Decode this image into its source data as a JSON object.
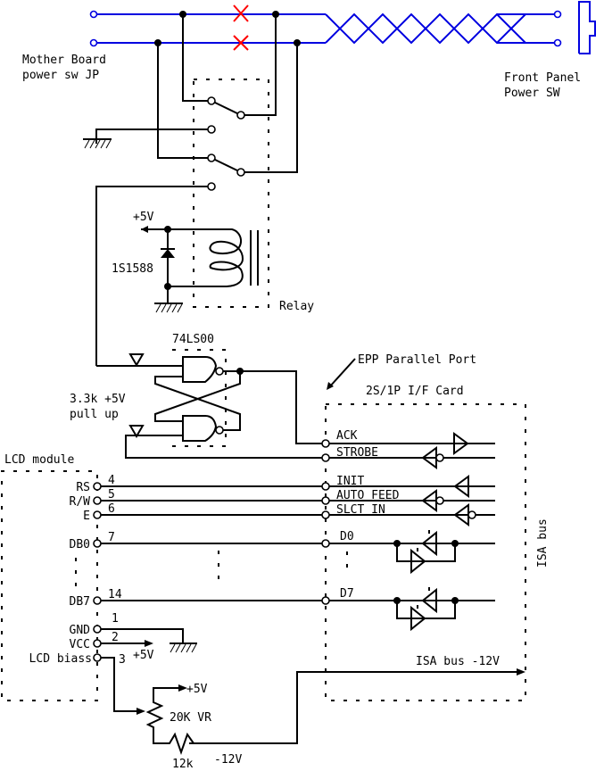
{
  "labels": {
    "mother_board_1": "Mother Board",
    "mother_board_2": "power sw JP",
    "front_panel_1": "Front Panel",
    "front_panel_2": "Power SW",
    "plus5v_relay": "+5V",
    "diode": "1S1588",
    "relay": "Relay",
    "ic": "74LS00",
    "pullup_1": "3.3k +5V",
    "pullup_2": "pull up",
    "epp": "EPP Parallel Port",
    "card": "2S/1P I/F Card",
    "isa_bus": "ISA bus",
    "isa_minus12": "ISA bus -12V",
    "lcd_module": "LCD module",
    "vr": "20K VR",
    "plus5v_vr": "+5V",
    "plus5v_vcc": "+5V",
    "res": "12k",
    "minus12": "-12V"
  },
  "lcd_pins": [
    {
      "name": "RS",
      "num": "4"
    },
    {
      "name": "R/W",
      "num": "5"
    },
    {
      "name": "E",
      "num": "6"
    },
    {
      "name": "DB0",
      "num": "7"
    },
    {
      "name": "DB7",
      "num": "14"
    },
    {
      "name": "GND",
      "num": "1"
    },
    {
      "name": "VCC",
      "num": "2"
    },
    {
      "name": "LCD biass",
      "num": "3"
    }
  ],
  "port_signals": [
    "ACK",
    "STROBE",
    "INIT",
    "AUTO FEED",
    "SLCT IN",
    "D0",
    "D7"
  ],
  "colors": {
    "power_wire": "#0000e0",
    "cut_mark": "#ff0000",
    "wire": "#000000"
  }
}
